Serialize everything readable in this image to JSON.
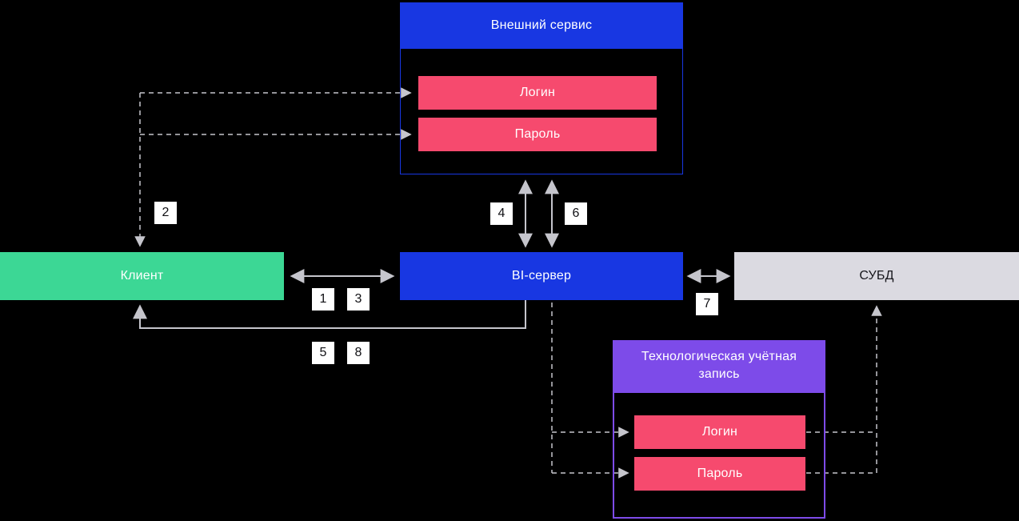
{
  "external_service": {
    "title": "Внешний сервис",
    "fields": [
      {
        "label": "Логин"
      },
      {
        "label": "Пароль"
      }
    ]
  },
  "tech_account": {
    "title": "Технологическая учётная запись",
    "fields": [
      {
        "label": "Логин"
      },
      {
        "label": "Пароль"
      }
    ]
  },
  "nodes": {
    "client": "Клиент",
    "bi_server": "BI-сервер",
    "dbms": "СУБД"
  },
  "steps": [
    "1",
    "2",
    "3",
    "4",
    "5",
    "6",
    "7",
    "8"
  ],
  "colors": {
    "blue": "#1837e2",
    "green": "#3cd795",
    "pink": "#f64a6e",
    "purple": "#7d4be9",
    "gray_box": "#dbdae1",
    "arrow": "#c5c5cc",
    "background": "#000000"
  }
}
